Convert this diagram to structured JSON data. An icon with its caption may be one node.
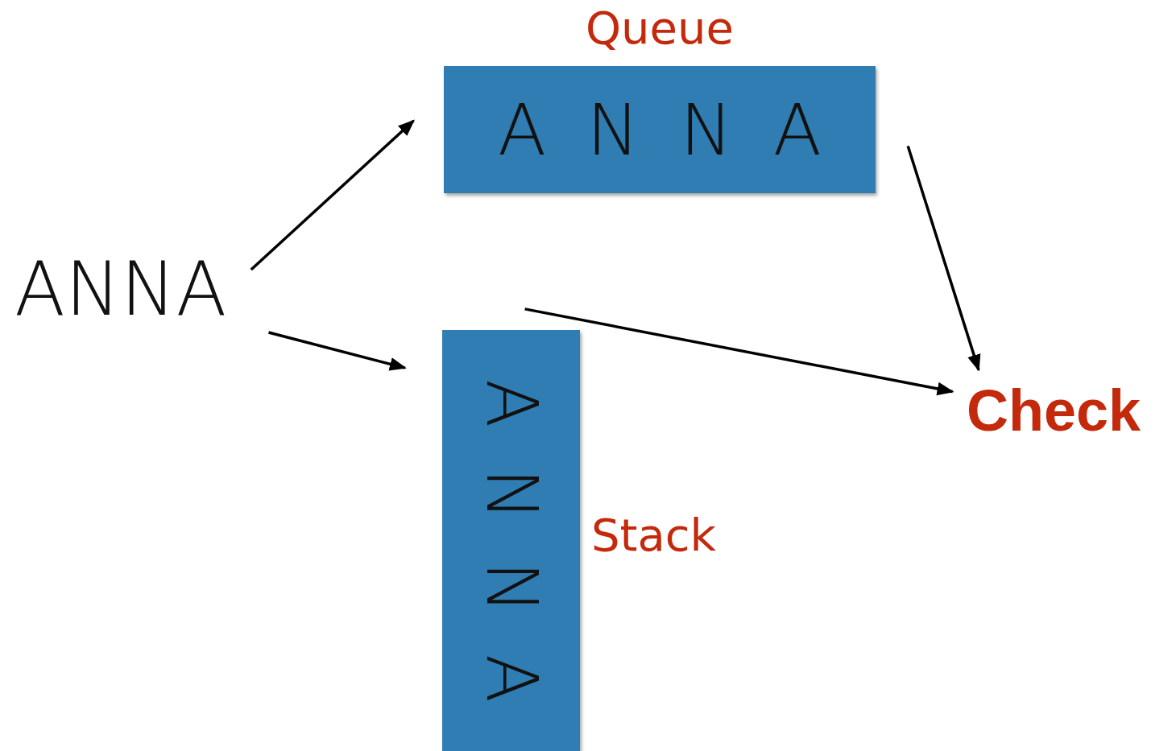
{
  "diagram": {
    "nodes": [
      {
        "text": [
          "ANNA"
        ]
      },
      {
        "text": [
          "Queue",
          "A N N A"
        ]
      },
      {
        "text": [
          "A N N A"
        ],
        "beside": [
          "Stack"
        ]
      },
      {
        "text": [
          "Check"
        ]
      }
    ],
    "edges": [
      {
        "from": 0,
        "to": 1,
        "arrow": "to"
      },
      {
        "from": 0,
        "to": 2,
        "arrow": "to"
      },
      {
        "from": 1,
        "to": 3,
        "arrow": "to"
      },
      {
        "from": 2,
        "to": 3,
        "arrow": "to"
      }
    ]
  }
}
